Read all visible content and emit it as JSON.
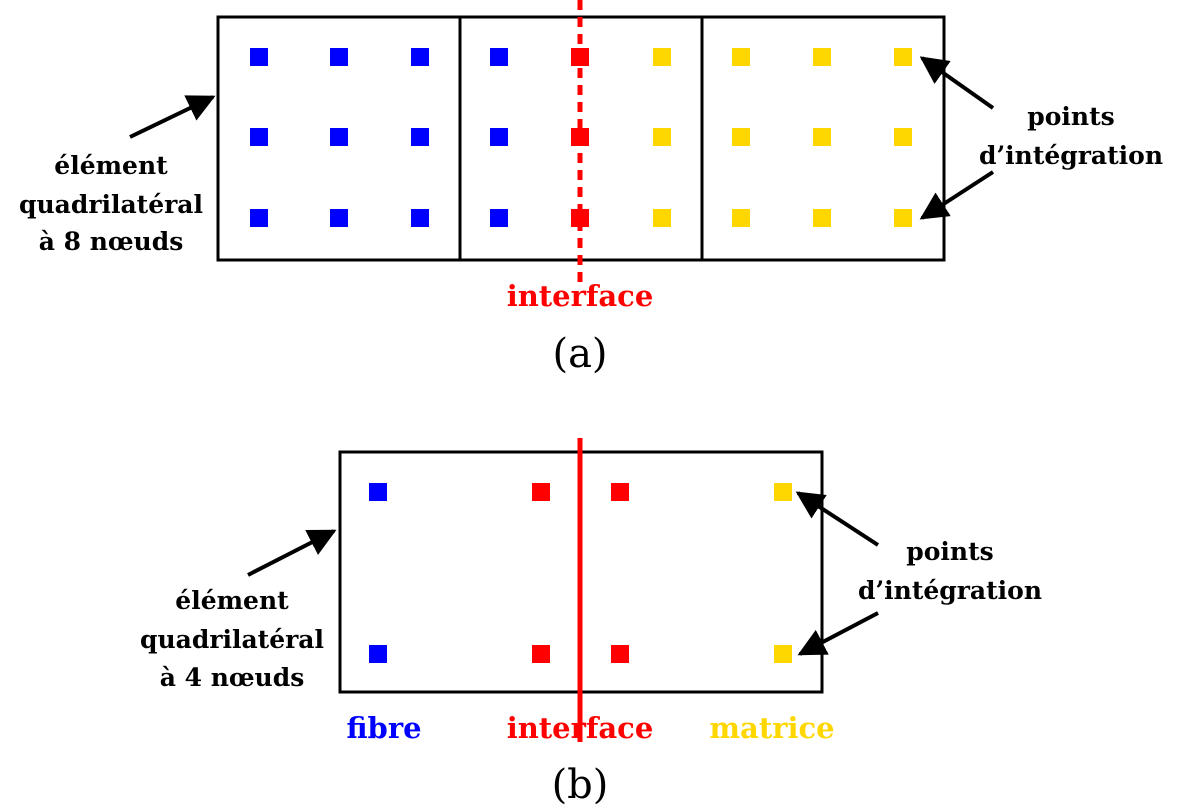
{
  "colors": {
    "fibre": "#0000ff",
    "interface": "#ff0000",
    "matrice": "#ffd700",
    "outline": "#000000"
  },
  "panel_a": {
    "left_label": [
      "élément",
      "quadrilatéral",
      "à 8 nœuds"
    ],
    "right_label": [
      "points",
      "d’intégration"
    ],
    "interface_label": "interface",
    "caption": "(a)"
  },
  "panel_b": {
    "left_label": [
      "élément",
      "quadrilatéral",
      "à 4 nœuds"
    ],
    "right_label": [
      "points",
      "d’intégration"
    ],
    "legend": {
      "fibre": "fibre",
      "interface": "interface",
      "matrice": "matrice"
    },
    "caption": "(b)"
  }
}
